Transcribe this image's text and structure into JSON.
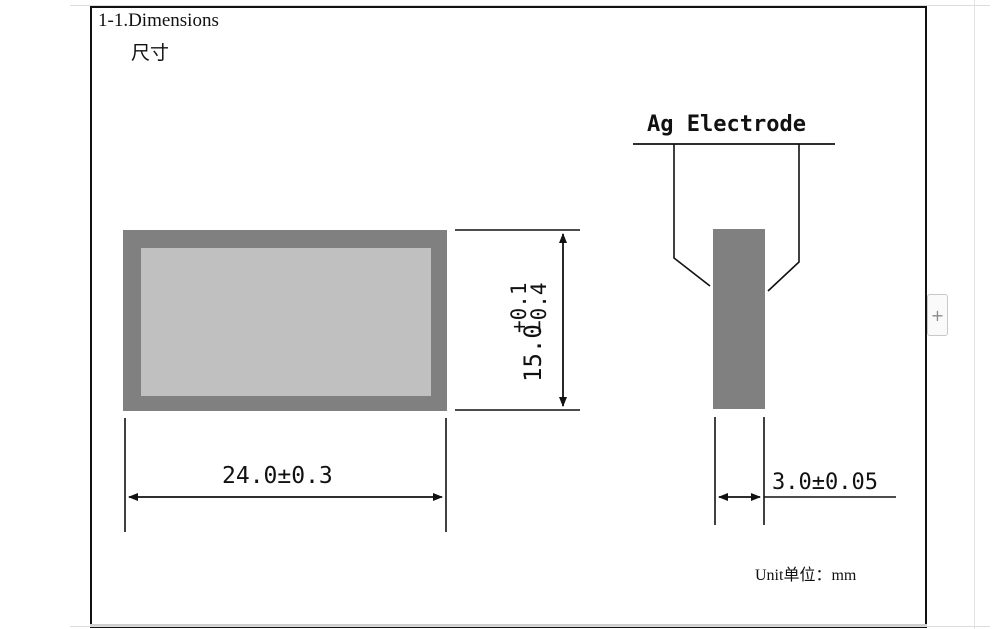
{
  "section": {
    "title": "1-1.Dimensions",
    "subtitle_cn": "尺寸"
  },
  "drawing": {
    "front_view": {
      "width_label": "24.0±0.3",
      "height_label": "15.0",
      "height_tol_plus": "+0.1",
      "height_tol_minus": "−0.4"
    },
    "side_view": {
      "electrode_label": "Ag Electrode",
      "thickness_label": "3.0±0.05"
    }
  },
  "unit_label": "Unit单位：mm",
  "expand_button": {
    "icon": "plus-icon",
    "label": "+"
  },
  "colors": {
    "body_dark": "#808080",
    "body_light": "#c0c0c0",
    "line": "#111111"
  }
}
